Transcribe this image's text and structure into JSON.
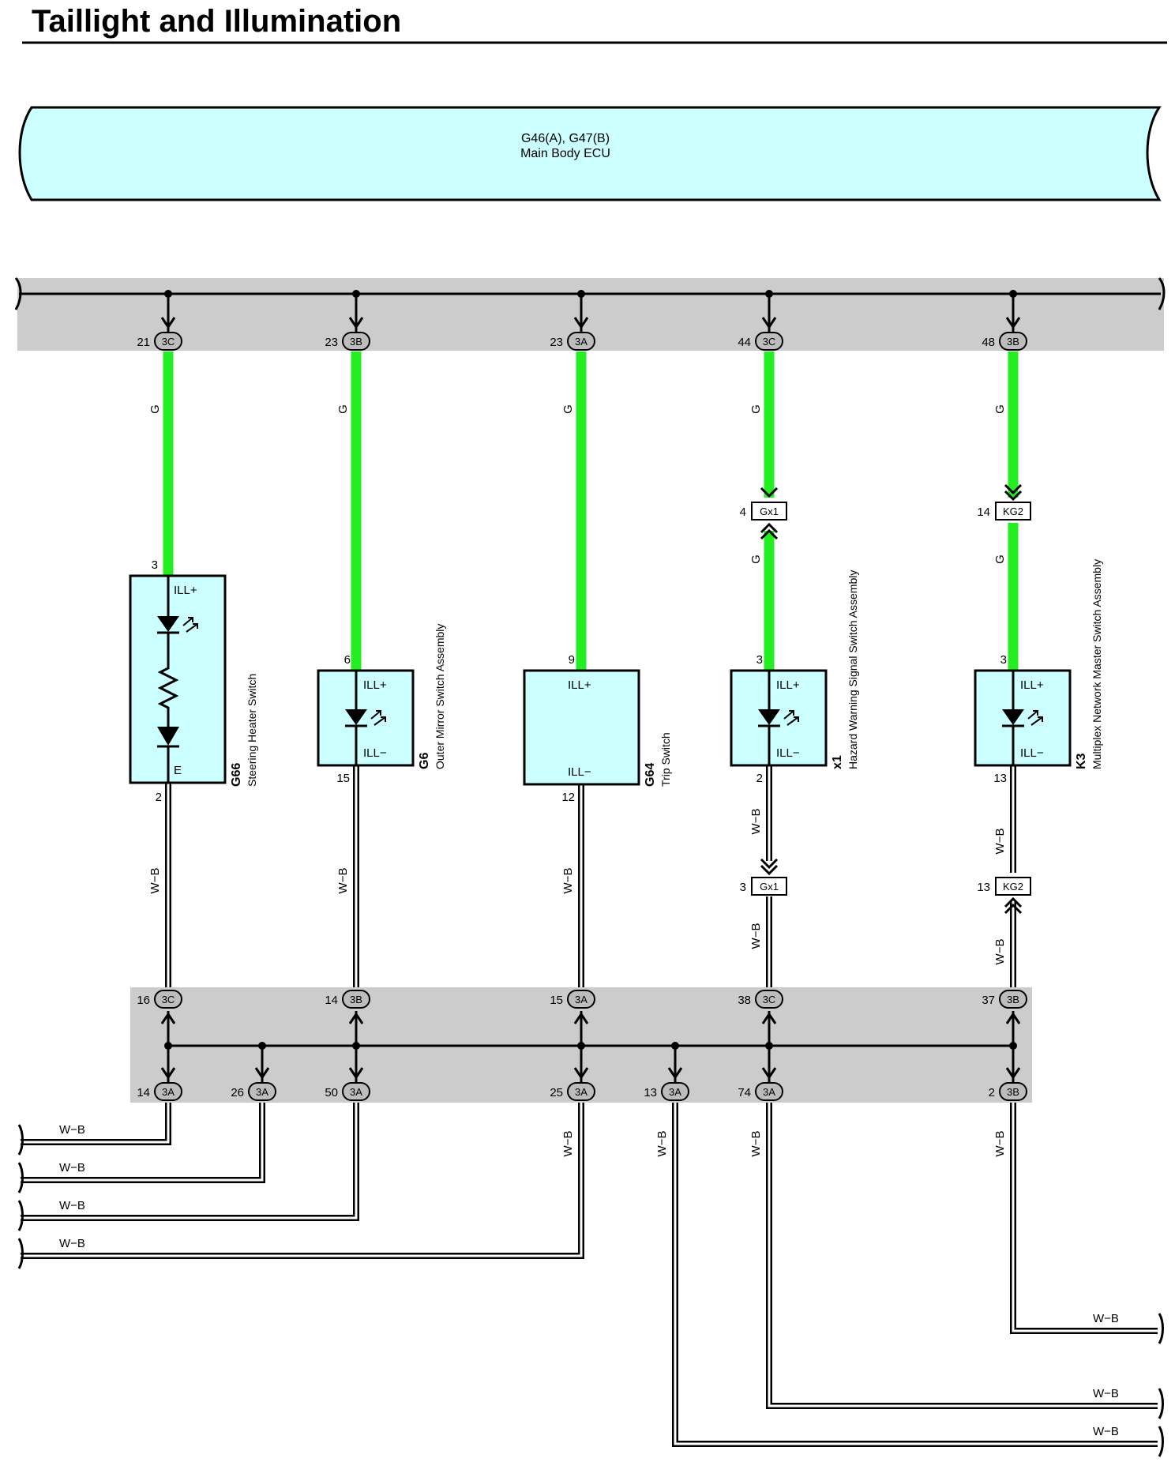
{
  "title": "Taillight and Illumination",
  "ecu": {
    "code": "G46(A), G47(B)",
    "name": "Main Body ECU"
  },
  "top_connectors": [
    {
      "pin": "21",
      "conn": "3C"
    },
    {
      "pin": "23",
      "conn": "3B"
    },
    {
      "pin": "23",
      "conn": "3A"
    },
    {
      "pin": "44",
      "conn": "3C"
    },
    {
      "pin": "48",
      "conn": "3B"
    }
  ],
  "components": [
    {
      "code": "G66",
      "name": "Steering Heater Switch",
      "pin_in": "3",
      "pin_out": "2",
      "label_top": "ILL+",
      "label_bottom": "E"
    },
    {
      "code": "G6",
      "name": "Outer Mirror Switch Assembly",
      "pin_in": "6",
      "pin_out": "15",
      "label_top": "ILL+",
      "label_bottom": "ILL−"
    },
    {
      "code": "G64",
      "name": "Trip Switch",
      "pin_in": "9",
      "pin_out": "12",
      "label_top": "ILL+",
      "label_bottom": "ILL−"
    },
    {
      "code": "x1",
      "name": "Hazard Warning Signal Switch Assembly",
      "pin_in": "3",
      "pin_out": "2",
      "label_top": "ILL+",
      "label_bottom": "ILL−"
    },
    {
      "code": "K3",
      "name": "Multiplex Network Master Switch Assembly",
      "pin_in": "3",
      "pin_out": "13",
      "label_top": "ILL+",
      "label_bottom": "ILL−"
    }
  ],
  "inline_connectors": [
    {
      "pin": "4",
      "name": "Gx1"
    },
    {
      "pin": "14",
      "name": "KG2"
    },
    {
      "pin": "3",
      "name": "Gx1"
    },
    {
      "pin": "13",
      "name": "KG2"
    }
  ],
  "junction_upper": [
    {
      "pin": "16",
      "conn": "3C"
    },
    {
      "pin": "14",
      "conn": "3B"
    },
    {
      "pin": "15",
      "conn": "3A"
    },
    {
      "pin": "38",
      "conn": "3C"
    },
    {
      "pin": "37",
      "conn": "3B"
    }
  ],
  "junction_lower": [
    {
      "pin": "14",
      "conn": "3A"
    },
    {
      "pin": "26",
      "conn": "3A"
    },
    {
      "pin": "50",
      "conn": "3A"
    },
    {
      "pin": "25",
      "conn": "3A"
    },
    {
      "pin": "13",
      "conn": "3A"
    },
    {
      "pin": "74",
      "conn": "3A"
    },
    {
      "pin": "2",
      "conn": "3B"
    }
  ],
  "wire_colors": {
    "green": "G",
    "ground": "W−B"
  },
  "colors": {
    "green_wire": "#22ee22",
    "component_fill": "#ccffff",
    "bus_band": "#cccccc"
  }
}
